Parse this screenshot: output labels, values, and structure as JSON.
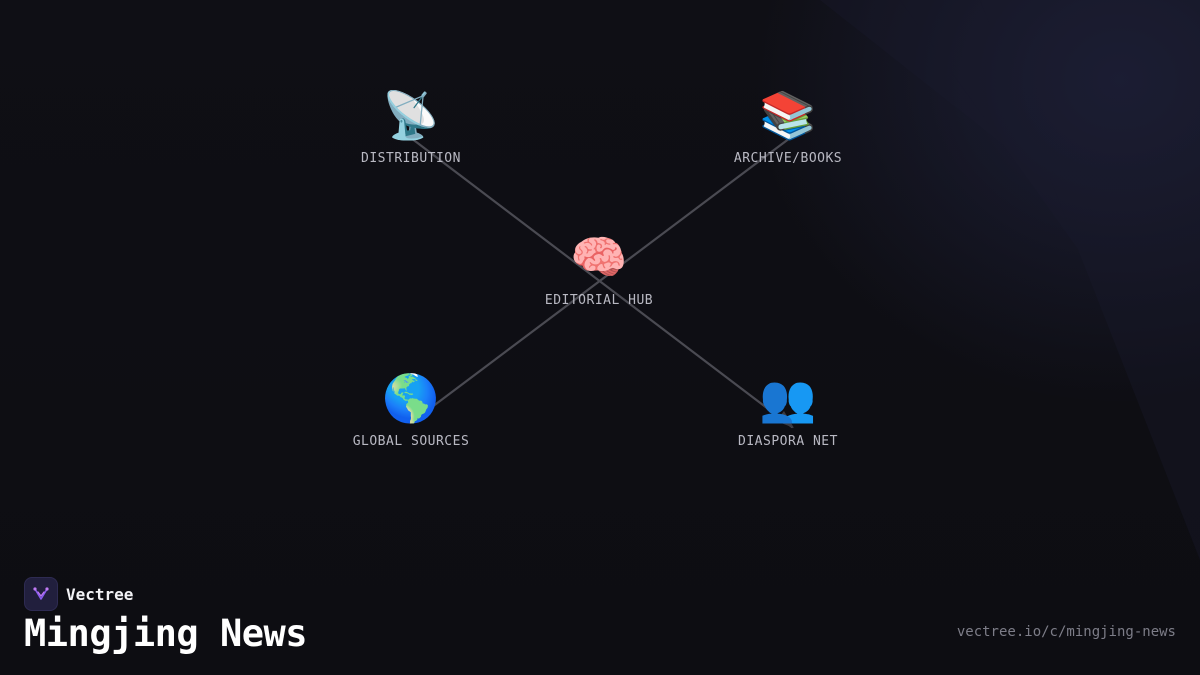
{
  "diagram": {
    "nodes": [
      {
        "id": "distribution",
        "icon": "📡",
        "icon_name": "satellite-dish-icon",
        "label": "DISTRIBUTION"
      },
      {
        "id": "archive",
        "icon": "📚",
        "icon_name": "books-icon",
        "label": "ARCHIVE/BOOKS"
      },
      {
        "id": "hub",
        "icon": "🧠",
        "icon_name": "brain-icon",
        "label": "EDITORIAL HUB"
      },
      {
        "id": "global",
        "icon": "🌎",
        "icon_name": "globe-icon",
        "label": "GLOBAL SOURCES"
      },
      {
        "id": "diaspora",
        "icon": "👥",
        "icon_name": "people-icon",
        "label": "DIASPORA NET"
      }
    ],
    "edges": [
      {
        "from": "distribution",
        "to": "diaspora"
      },
      {
        "from": "archive",
        "to": "global"
      }
    ],
    "colors": {
      "edge": "#4a4a52",
      "label": "#b9b9c3",
      "background": "#0e0e13"
    }
  },
  "footer": {
    "brand_name": "Vectree",
    "title": "Mingjing News",
    "url": "vectree.io/c/mingjing-news"
  }
}
